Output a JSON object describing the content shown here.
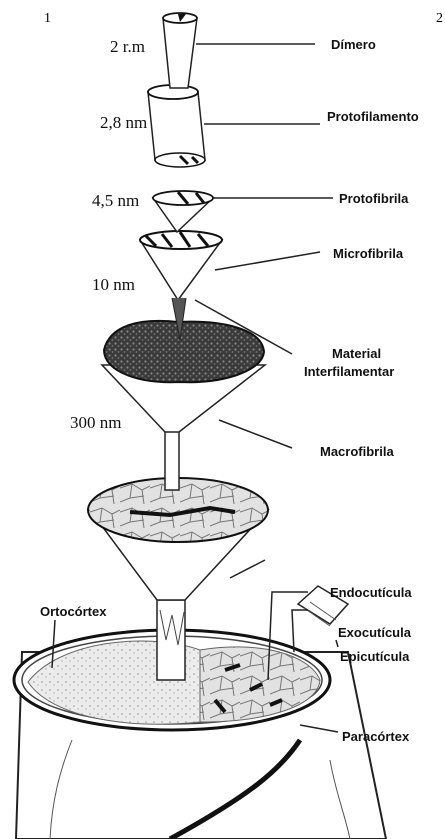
{
  "figure": {
    "corner_numbers": [
      "1",
      "2"
    ],
    "sizes": [
      "2 r.m",
      "2,8 nm",
      "4,5 nm",
      "10 nm",
      "300 nm"
    ],
    "labels": {
      "dimero": "Dímero",
      "protofilamento": "Protofilamento",
      "protofibrila": "Protofibrila",
      "microfibrila": "Microfibrila",
      "material_line1": "Material",
      "material_line2": "Interfilamentar",
      "macrofibrila": "Macrofibrila",
      "ortocortex": "Ortocórtex",
      "endocuticula": "Endocutícula",
      "exocuticula": "Exocutícula",
      "epicuticula": "Epicutícula",
      "paracortex": "Paracórtex"
    },
    "ink_color": "#111111"
  }
}
